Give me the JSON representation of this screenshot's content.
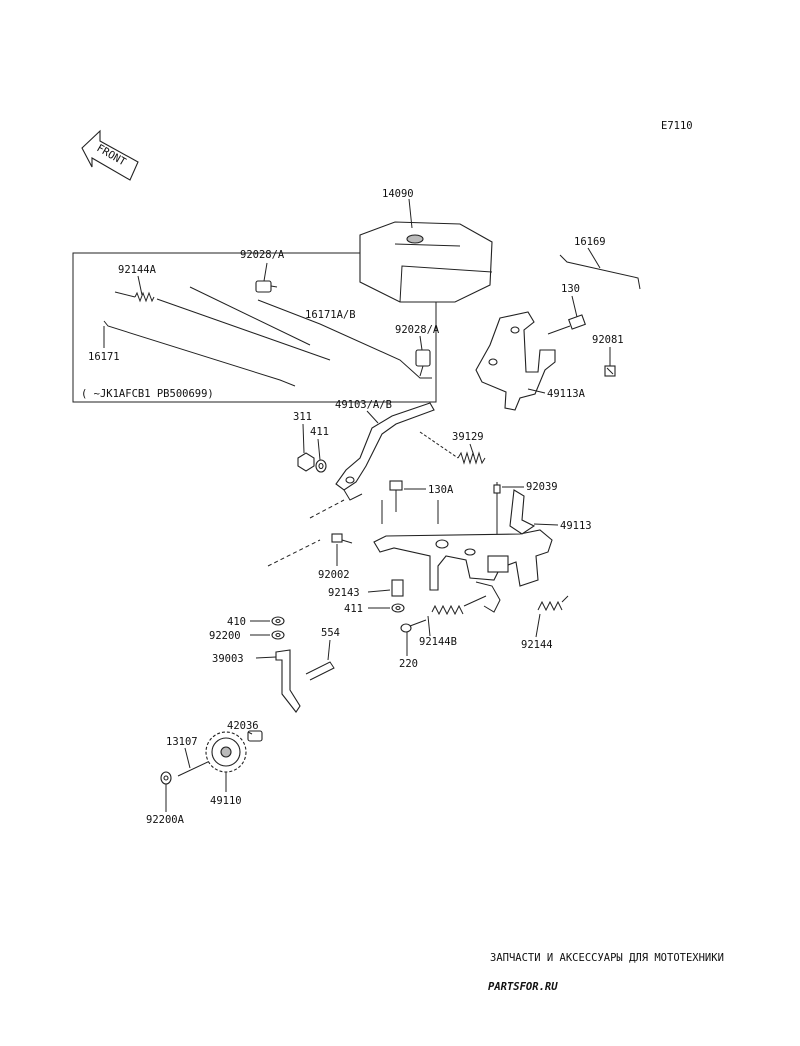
{
  "diagram_code": "E7110",
  "front_label": "FRONT",
  "callouts": {
    "p14090": "14090",
    "p16169": "16169",
    "p92028a_top": "92028/A",
    "p92144a": "92144A",
    "p130": "130",
    "p16171ab": "16171A/B",
    "p92028a_mid": "92028/A",
    "p92081": "92081",
    "p16171": "16171",
    "p49113a": "49113A",
    "p49103ab": "49103/A/B",
    "p311": "311",
    "p411_top": "411",
    "p39129": "39129",
    "p130a": "130A",
    "p92039": "92039",
    "p49113": "49113",
    "p92002": "92002",
    "p92143": "92143",
    "p411_mid": "411",
    "p92144b": "92144B",
    "p92144": "92144",
    "p410": "410",
    "p92200": "92200",
    "p554": "554",
    "p39003": "39003",
    "p220": "220",
    "p42036": "42036",
    "p13107": "13107",
    "p49110": "49110",
    "p92200a": "92200A"
  },
  "applicability_note": "(    ~JK1AFCB1 PB500699)",
  "watermark": {
    "tagline": "ЗАПЧАСТИ И АКСЕССУАРЫ ДЛЯ МОТОТЕХНИКИ",
    "brand": "PARTSFOR.RU"
  }
}
